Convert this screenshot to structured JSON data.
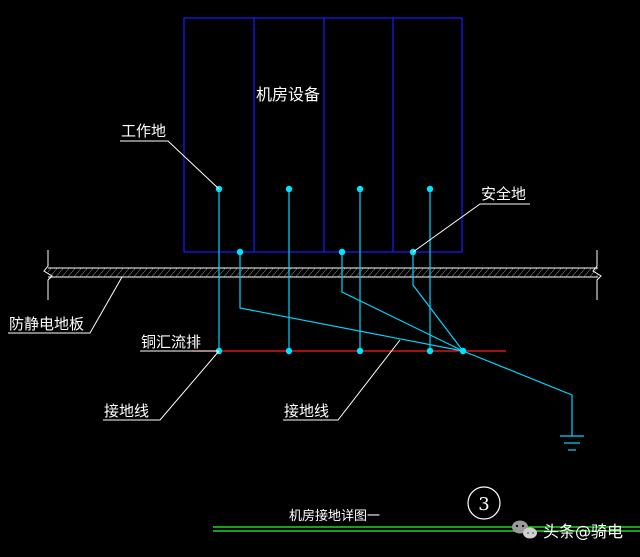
{
  "labels": {
    "equipment": "机房设备",
    "work_ground": "工作地",
    "safety_ground": "安全地",
    "antistatic_floor": "防静电地板",
    "copper_busbar": "铜汇流排",
    "ground_wire_left": "接地线",
    "ground_wire_right": "接地线",
    "drawing_title": "机房接地详图一",
    "detail_number": "3"
  },
  "watermark": {
    "text": "头条@骑电",
    "icon": "wechat-icon"
  },
  "colors": {
    "background": "#000000",
    "equipment_frame": "#1a1aff",
    "ground_conductor": "#00d4ff",
    "node": "#00e5ff",
    "busbar": "#ff1e1e",
    "floor_line": "#ffffff",
    "leader": "#ffffff",
    "title_underline": "#22ff22",
    "text": "#ffffff"
  }
}
